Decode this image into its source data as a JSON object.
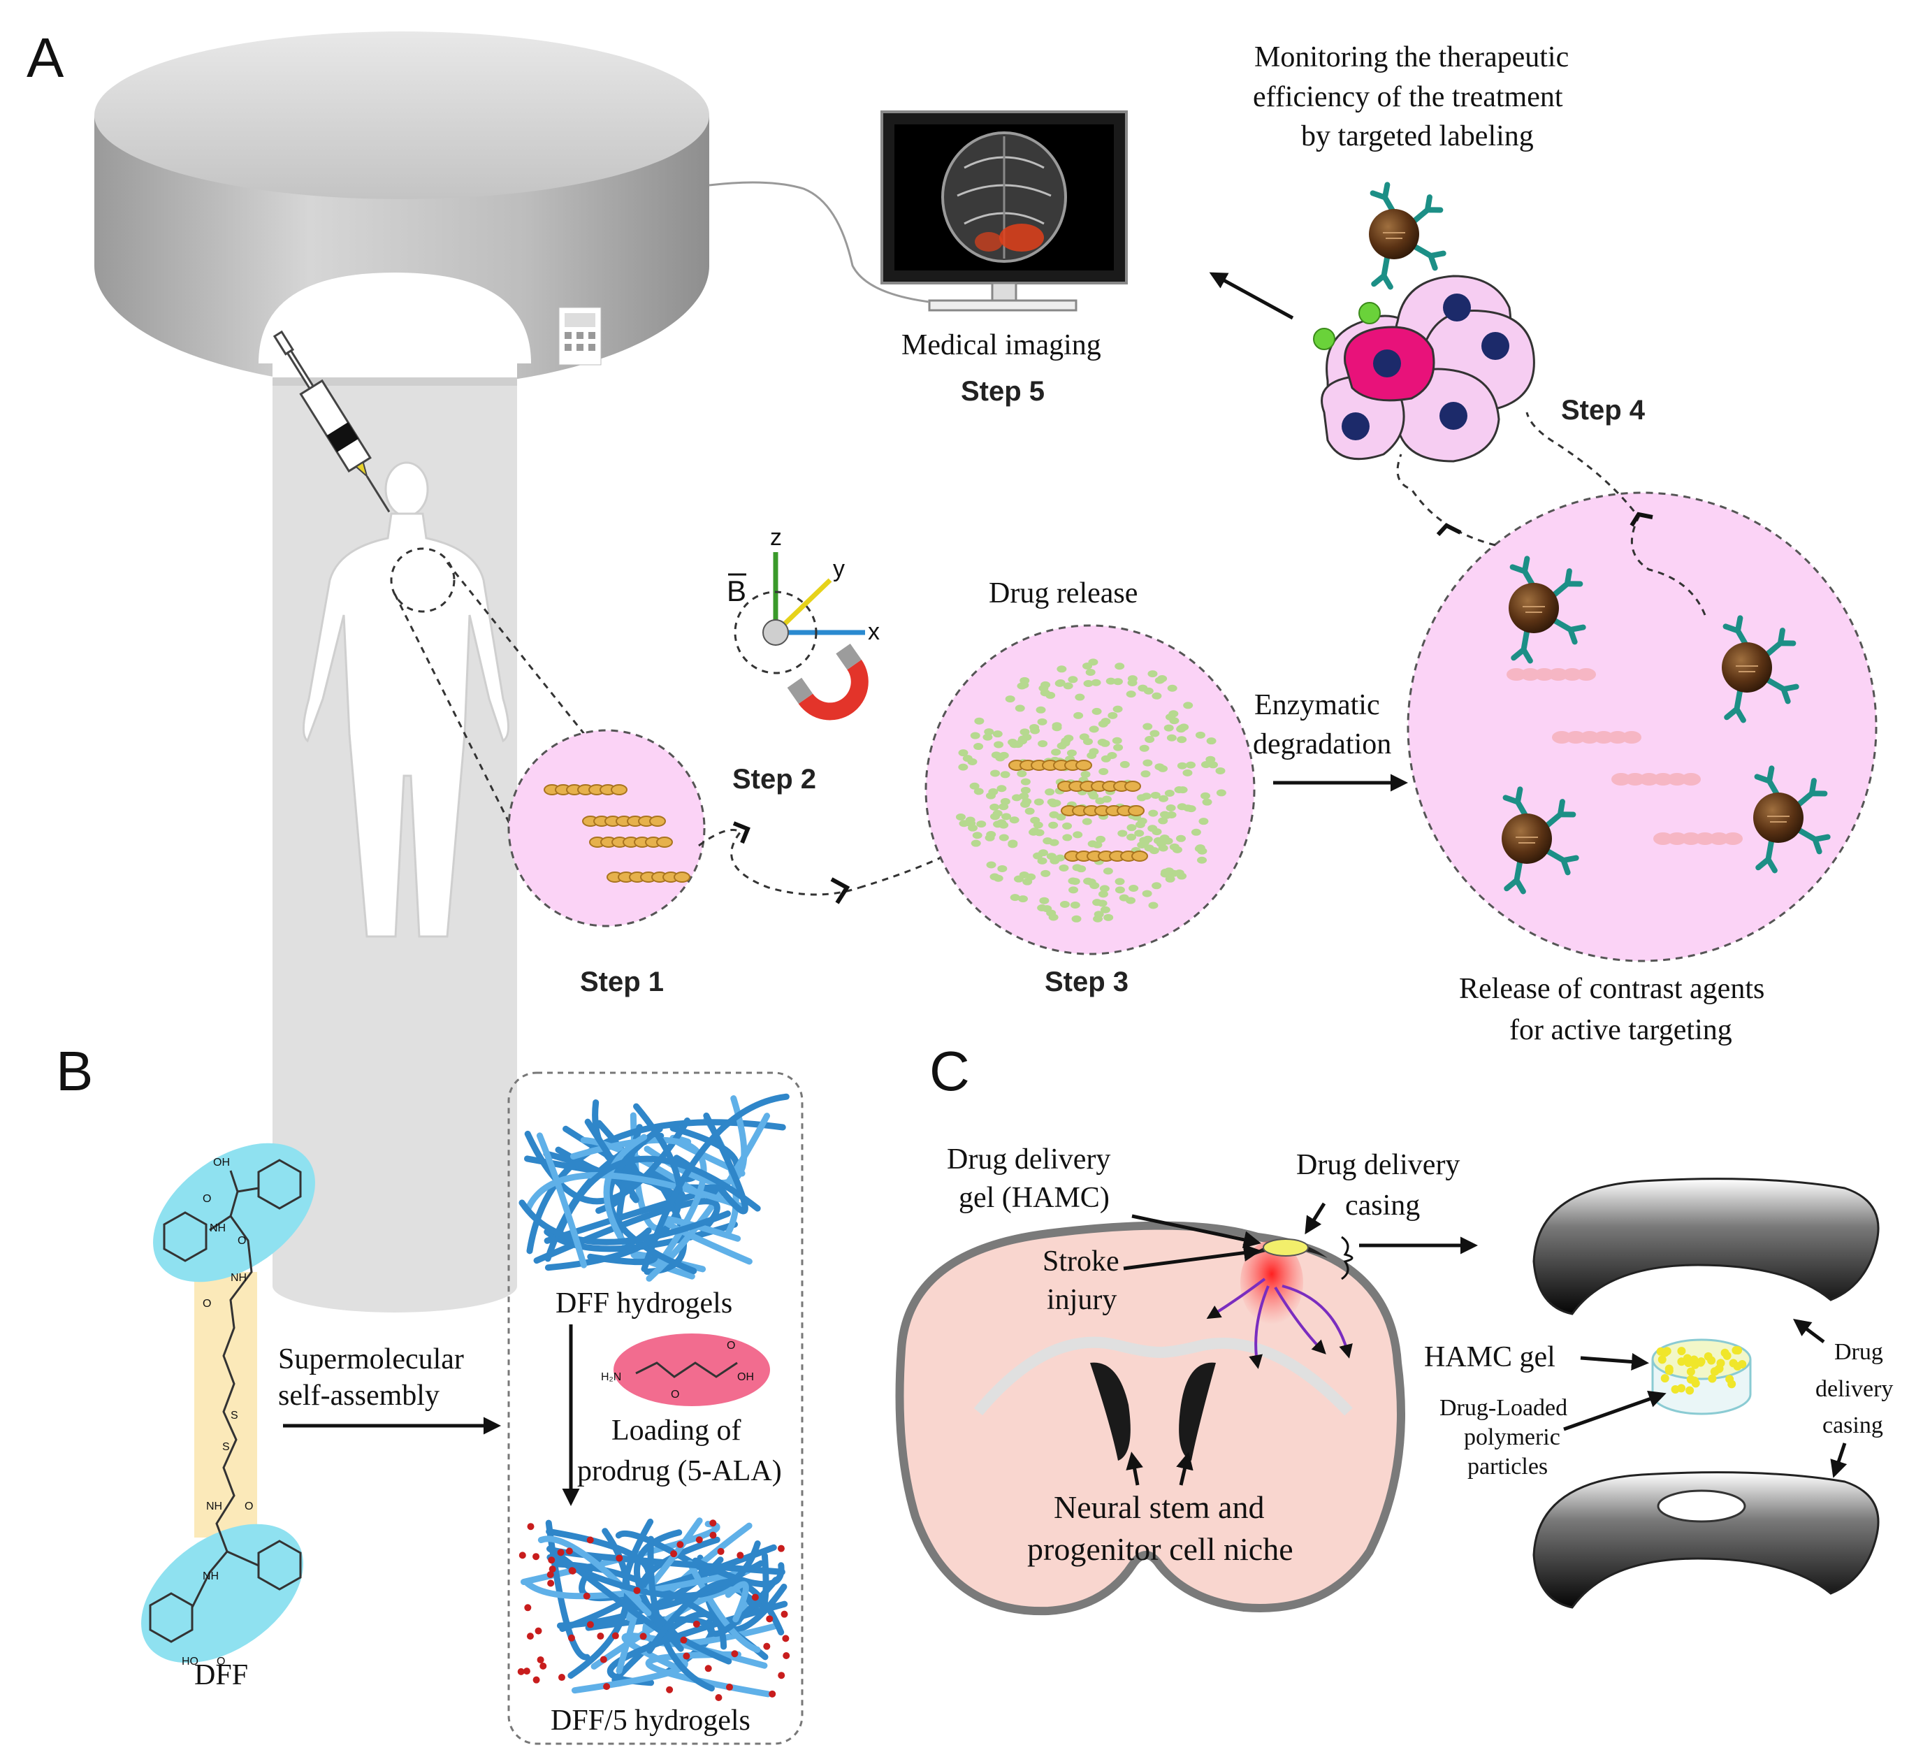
{
  "panels": {
    "a": "A",
    "b": "B",
    "c": "C"
  },
  "panel_a": {
    "monitoring_line1": "Monitoring the therapeutic",
    "monitoring_line2": "efficiency of the treatment",
    "monitoring_line3": "by targeted labeling",
    "medical_imaging": "Medical imaging",
    "step1": "Step 1",
    "step2": "Step 2",
    "step3": "Step 3",
    "step4": "Step 4",
    "step5": "Step 5",
    "drug_release": "Drug release",
    "enzymatic_line1": "Enzymatic",
    "enzymatic_line2": "degradation",
    "release_line1": "Release of contrast agents",
    "release_line2": "for active targeting",
    "axis_z": "z",
    "axis_y": "y",
    "axis_x": "x",
    "axis_b": "B"
  },
  "panel_b": {
    "dff": "DFF",
    "assembly_line1": "Supermolecular",
    "assembly_line2": "self-assembly",
    "dff_hydrogels": "DFF hydrogels",
    "loading_line1": "Loading of",
    "loading_line2": "prodrug (5-ALA)",
    "dff5_hydrogels": "DFF/5 hydrogels"
  },
  "panel_c": {
    "gel_line1": "Drug delivery",
    "gel_line2": "gel (HAMC)",
    "casing_top_line1": "Drug delivery",
    "casing_top_line2": "casing",
    "stroke_line1": "Stroke",
    "stroke_line2": "injury",
    "niche_line1": "Neural stem and",
    "niche_line2": "progenitor cell niche",
    "hamc_gel": "HAMC gel",
    "particles_line1": "Drug-Loaded",
    "particles_line2": "polymeric",
    "particles_line3": "particles",
    "casing_right_line1": "Drug",
    "casing_right_line2": "delivery",
    "casing_right_line3": "casing"
  },
  "colors": {
    "pink_circle": "#fbd3f6",
    "hydrogel_blue": "#2f86c9",
    "brain_fill": "#f9d6cf",
    "teal_antibody": "#1c8f86",
    "nanoparticle": "#5a3214",
    "stroke_red": "#ee2b2b"
  }
}
